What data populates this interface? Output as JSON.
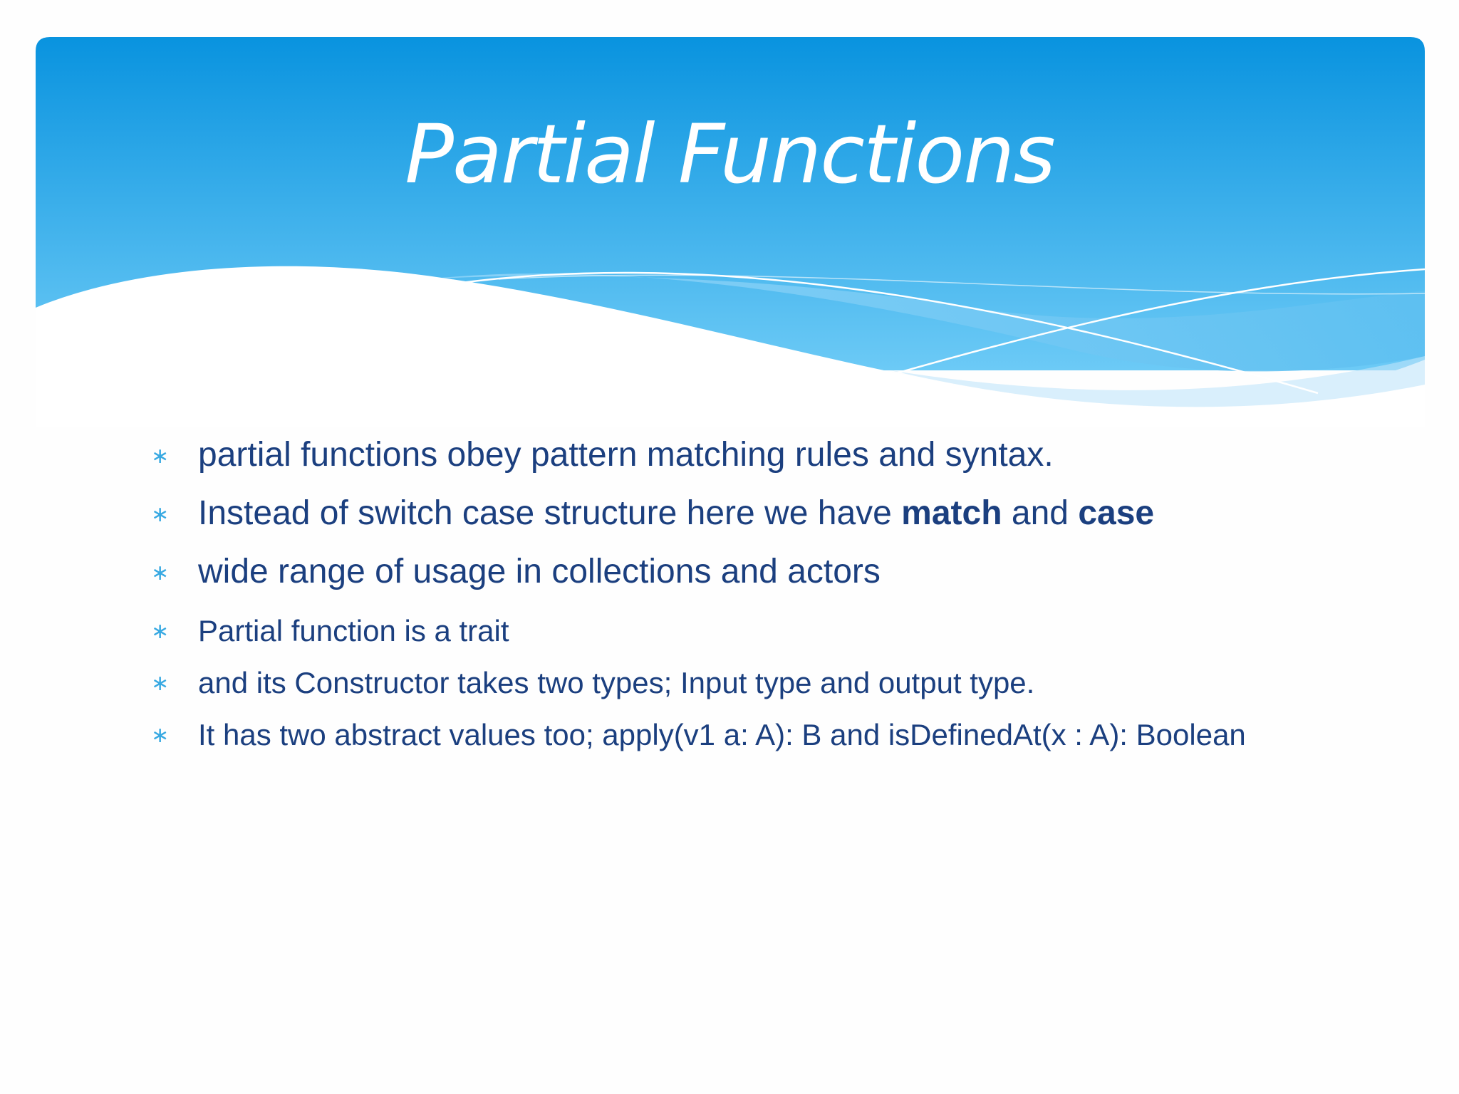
{
  "slide": {
    "title": "Partial Functions",
    "bullets": [
      {
        "text": "partial functions obey pattern matching rules and syntax."
      },
      {
        "text_before": "Instead of switch case structure here we have ",
        "bold1": "match",
        "text_middle": " and ",
        "bold2": "case"
      },
      {
        "text": "wide range of usage in collections and actors"
      },
      {
        "text": "Partial function is a trait"
      },
      {
        "text": "and its Constructor takes two types; Input type and output type."
      },
      {
        "text": "It has two abstract values too; apply(v1 a: A): B and isDefinedAt(x : A): Boolean"
      }
    ],
    "bullet_marker": "∗"
  },
  "colors": {
    "header_top": "#0a93e0",
    "header_bottom": "#6cc8f5",
    "title": "#ffffff",
    "body_text": "#1b3f7f",
    "bullet_marker": "#38a9e2"
  }
}
